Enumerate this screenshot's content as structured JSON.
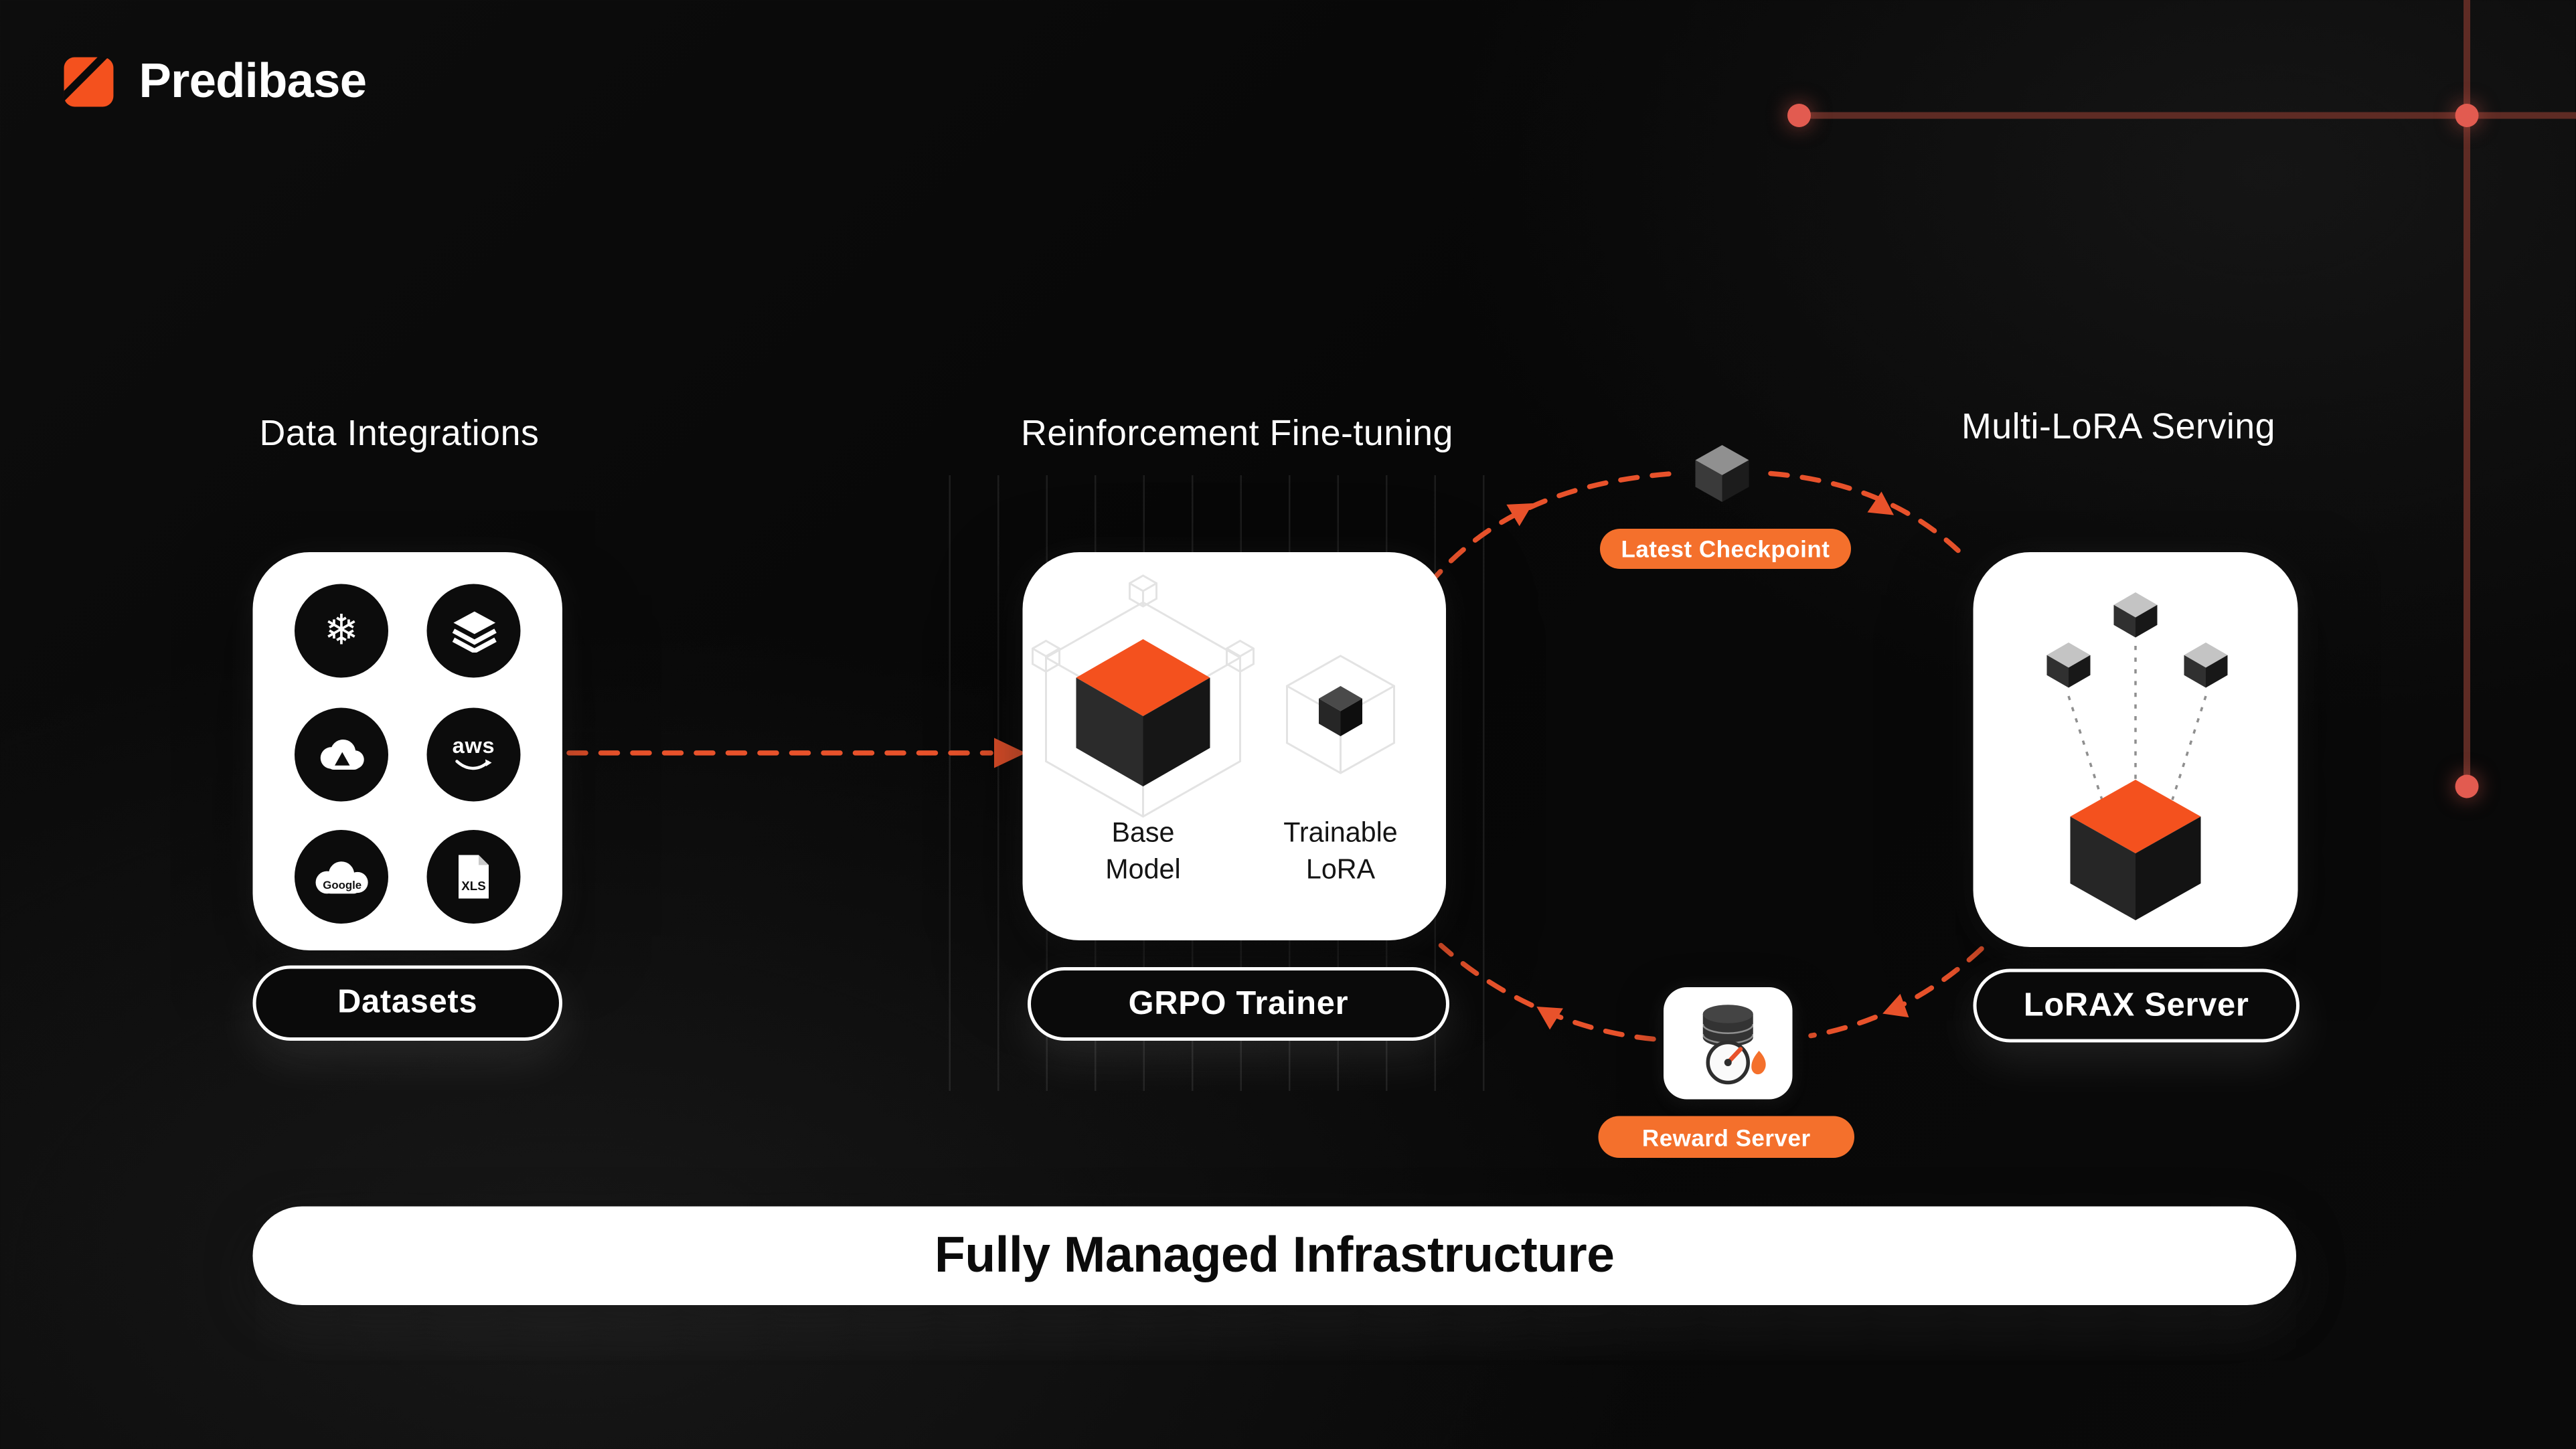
{
  "brand": {
    "name": "Predibase"
  },
  "sections": {
    "integrations": {
      "title": "Data Integrations",
      "pill": "Datasets",
      "snowflake_glyph": "❄",
      "aws_text": "aws",
      "google_text": "Google",
      "xls_text": "XLS"
    },
    "finetuning": {
      "title": "Reinforcement Fine-tuning",
      "base_model_label": "Base Model",
      "trainable_lora_label": "Trainable LoRA",
      "pill": "GRPO Trainer"
    },
    "serving": {
      "title": "Multi-LoRA Serving",
      "pill": "LoRAX Server"
    }
  },
  "flow": {
    "latest_checkpoint": "Latest Checkpoint",
    "reward_server": "Reward Server"
  },
  "banner": "Fully Managed Infrastructure",
  "colors": {
    "accent_orange": "#F4511E",
    "badge_orange": "#F4702C",
    "arrow_orange": "#E8522B",
    "decor_line": "#5E2B24",
    "decor_dot": "#E25B50"
  }
}
